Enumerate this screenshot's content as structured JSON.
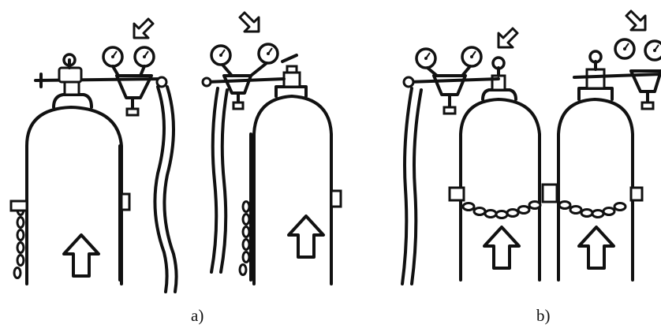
{
  "captions": {
    "a": "a)",
    "b": "b)"
  },
  "figure": {
    "panels": [
      "a",
      "b"
    ],
    "icons": [
      "gas-cylinder",
      "pressure-regulator",
      "pressure-gauge",
      "hose",
      "chain",
      "up-arrow",
      "pointer-arrow"
    ]
  }
}
